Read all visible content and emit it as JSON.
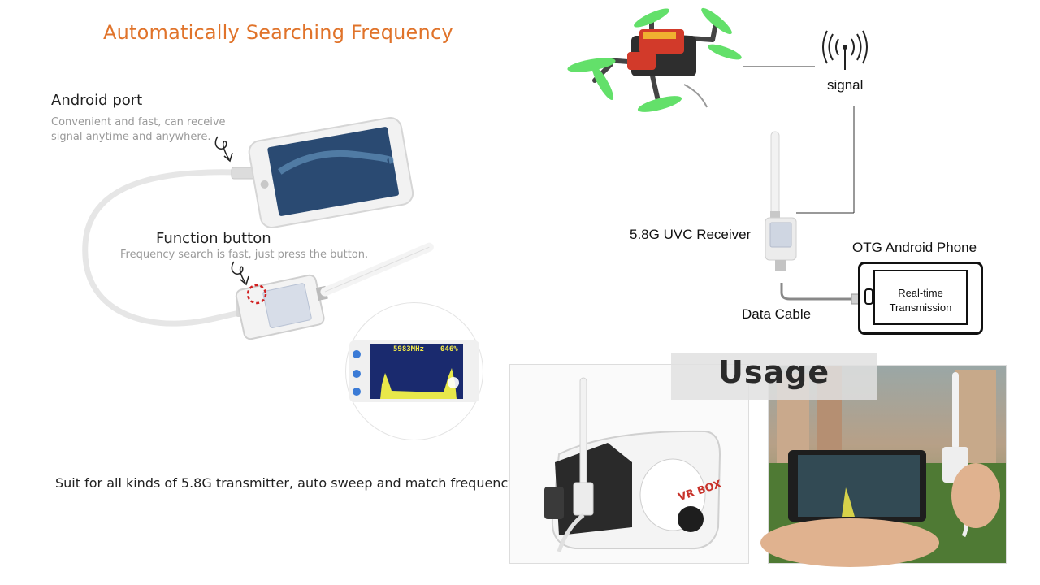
{
  "header": {
    "title": "Automatically Searching Frequency"
  },
  "android_port": {
    "title": "Android port",
    "desc_line1": "Convenient and fast, can receive",
    "desc_line2": "signal anytime and anywhere."
  },
  "function_button": {
    "title": "Function button",
    "desc": "Frequency search is fast, just press the button."
  },
  "spectrum_screen": {
    "freq": "5983MHz",
    "level": "046%"
  },
  "footer": {
    "text": "Suit for all kinds of 5.8G transmitter, auto sweep and match frequency"
  },
  "diagram": {
    "signal": "signal",
    "receiver": "5.8G UVC Receiver",
    "phone_title": "OTG Android Phone",
    "phone_text_line1": "Real-time",
    "phone_text_line2": "Transmission",
    "cable": "Data Cable"
  },
  "usage": {
    "title": "Usage",
    "vr_brand": "VR BOX"
  },
  "colors": {
    "accent": "#e0732a",
    "drone_propeller": "#63e06a",
    "drone_frame": "#d23a2a",
    "spectrum_bg": "#1a2a6e",
    "spectrum_peak": "#e8e84a"
  },
  "icons": [
    "wifi-signal-icon",
    "drone-image",
    "usb-receiver-image",
    "phone-image"
  ]
}
